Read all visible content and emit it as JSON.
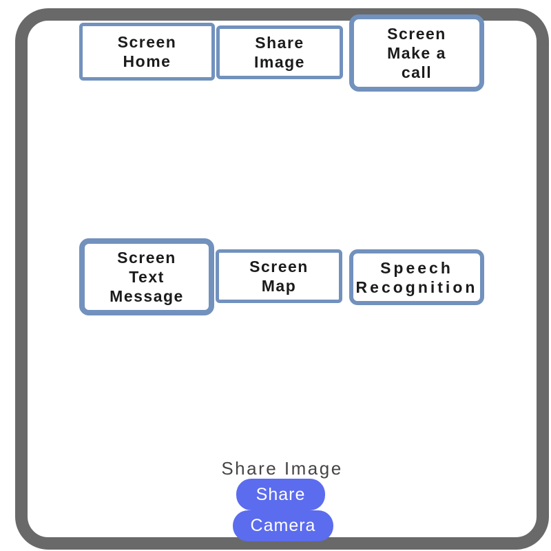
{
  "boxes": {
    "screen_home": "Screen\nHome",
    "share_image": "Share\nImage",
    "screen_make_a_call": "Screen\nMake a\ncall",
    "screen_text_message": "Screen\nText\nMessage",
    "screen_map": "Screen\nMap",
    "speech_recognition": "Speech\nRecognition"
  },
  "preview": {
    "label": "Share Image",
    "share_button": "Share",
    "camera_button": "Camera"
  },
  "colors": {
    "frame": "#696969",
    "box_border": "#7291bd",
    "box_text": "#1b1b1b",
    "button_bg": "#5b6cee",
    "button_text": "#ffffff",
    "label_text": "#454545"
  }
}
